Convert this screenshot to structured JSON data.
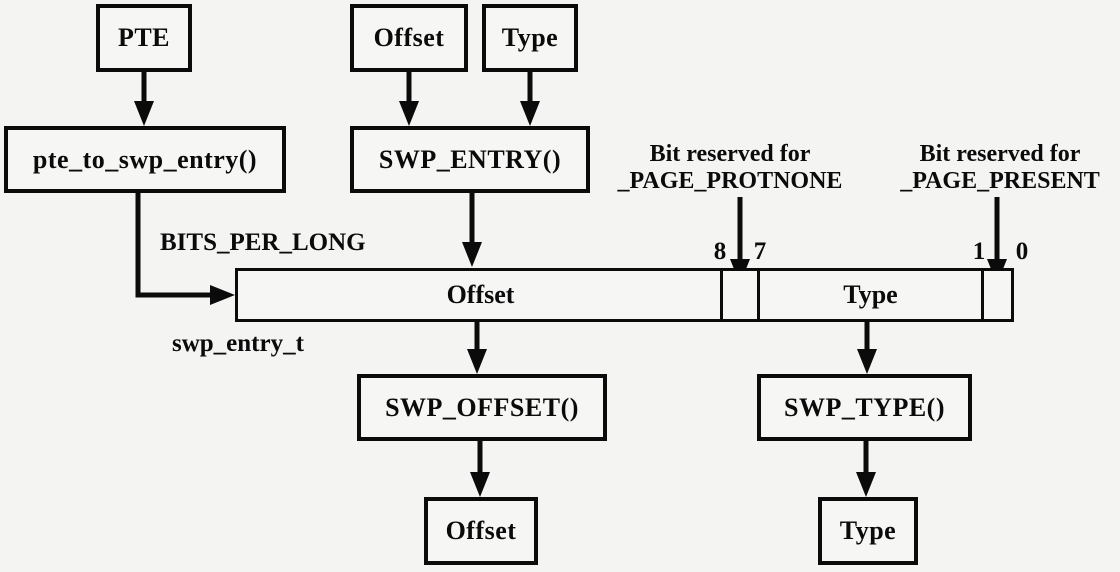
{
  "diagram": {
    "background": "#f4f4f3",
    "line_color": "#0b0b0b",
    "boxes": {
      "pte": "PTE",
      "offset_top": "Offset",
      "type_top": "Type",
      "pte_to_swp_entry": "pte_to_swp_entry()",
      "swp_entry": "SWP_ENTRY()",
      "swp_offset": "SWP_OFFSET()",
      "swp_type": "SWP_TYPE()",
      "offset_bottom": "Offset",
      "type_bottom": "Type"
    },
    "bar": {
      "type_label": "swp_entry_t",
      "width_label": "BITS_PER_LONG",
      "offset_cell": "Offset",
      "type_cell": "Type",
      "bits": {
        "eight": "8",
        "seven": "7",
        "one": "1",
        "zero": "0"
      }
    },
    "annotations": {
      "protnone": {
        "line1": "Bit reserved for",
        "line2": "_PAGE_PROTNONE"
      },
      "present": {
        "line1": "Bit reserved for",
        "line2": "_PAGE_PRESENT"
      }
    }
  }
}
